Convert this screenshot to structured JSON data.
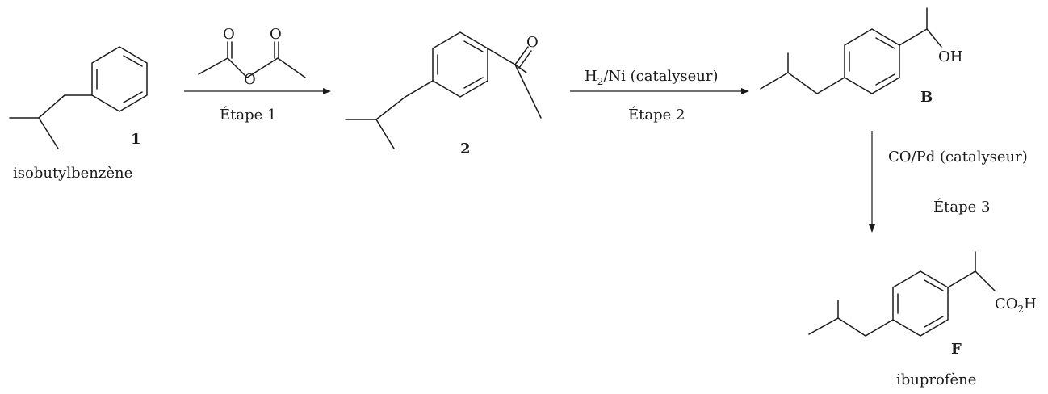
{
  "compounds": {
    "isobutylbenzene": {
      "number": "1",
      "name": "isobutylbenzène"
    },
    "ketone": {
      "number": "2",
      "carbonyl_o": "O"
    },
    "alcohol": {
      "letter": "B",
      "oh": "OH"
    },
    "ibuprofen": {
      "letter": "F",
      "name": "ibuprofène",
      "acid_co": "CO",
      "acid_sub": "2",
      "acid_h": "H"
    }
  },
  "reagents": {
    "anhydride": {
      "o1": "O",
      "o2": "O",
      "o3": "O"
    }
  },
  "steps": [
    {
      "label": "Étape 1"
    },
    {
      "label": "Étape 2",
      "conditions": {
        "h": "H",
        "sub": "2",
        "rest": "/Ni (catalyseur)"
      }
    },
    {
      "label": "Étape 3",
      "conditions": "CO/Pd (catalyseur)"
    }
  ]
}
